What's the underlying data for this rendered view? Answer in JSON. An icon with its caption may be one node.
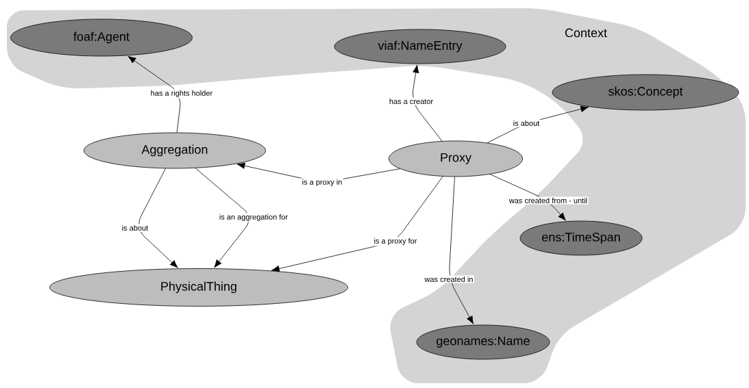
{
  "diagram": {
    "nodes": [
      {
        "text": [
          "Context"
        ]
      },
      {
        "text": [
          "foaf:Agent"
        ],
        "in": 0
      },
      {
        "text": [
          "viaf:NameEntry"
        ],
        "in": 0
      },
      {
        "text": [
          "skos:Concept"
        ],
        "in": 0
      },
      {
        "text": [
          "Aggregation"
        ]
      },
      {
        "text": [
          "Proxy"
        ]
      },
      {
        "text": [
          "ens:TimeSpan"
        ],
        "in": 0
      },
      {
        "text": [
          "PhysicalThing"
        ]
      },
      {
        "text": [
          "geonames:Name"
        ],
        "in": 0
      }
    ],
    "edges": [
      {
        "from": 4,
        "to": 1,
        "arrow": "to",
        "label": "has a rights holder"
      },
      {
        "from": 5,
        "to": 2,
        "arrow": "to",
        "label": "has a creator"
      },
      {
        "from": 5,
        "to": 3,
        "arrow": "to",
        "label": "is about"
      },
      {
        "from": 5,
        "to": 4,
        "arrow": "to",
        "label": "is a proxy in"
      },
      {
        "from": 4,
        "to": 7,
        "arrow": "to",
        "label": "is about"
      },
      {
        "from": 4,
        "to": 7,
        "arrow": "to",
        "label": "is an aggregation for"
      },
      {
        "from": 5,
        "to": 7,
        "arrow": "to",
        "label": "is a proxy for"
      },
      {
        "from": 5,
        "to": 6,
        "arrow": "to",
        "label": "was created from - until"
      },
      {
        "from": 5,
        "to": 8,
        "arrow": "to",
        "label": "was created in"
      }
    ]
  }
}
